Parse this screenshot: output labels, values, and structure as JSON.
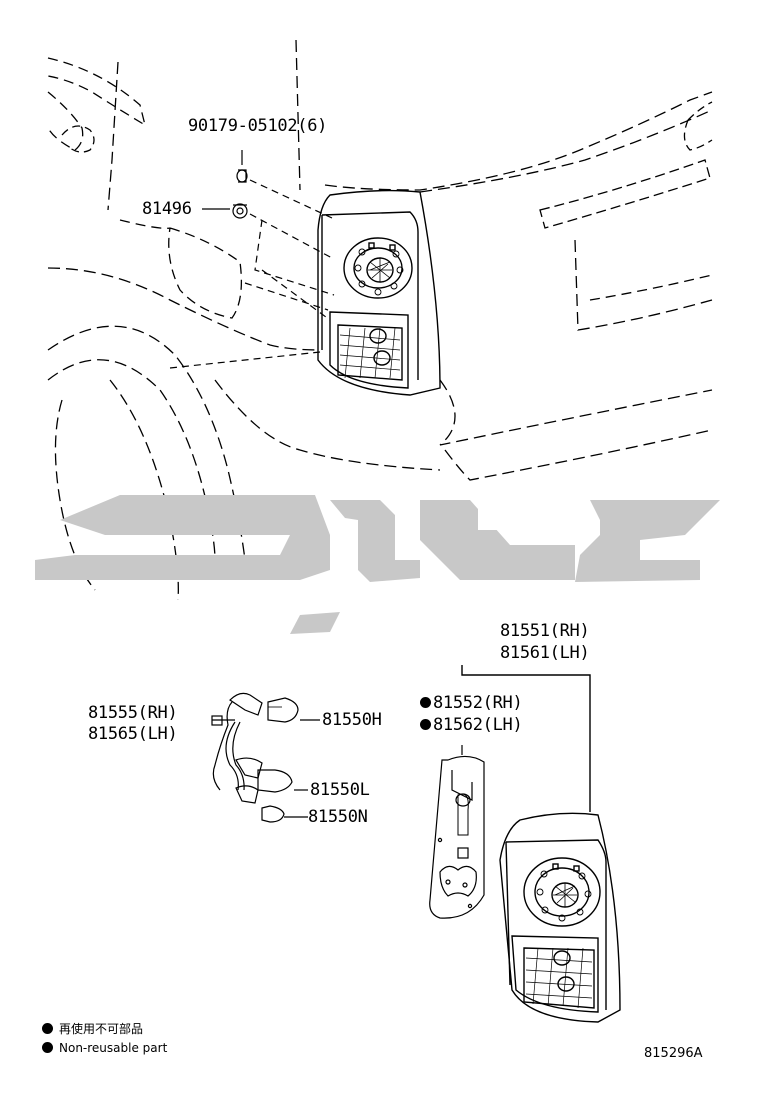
{
  "parts": {
    "screw": "90179-05102(6)",
    "clip": "81496",
    "lamp_rh": "81551(RH)",
    "lamp_lh": "81561(LH)",
    "gasket_rh": "81552(RH)",
    "gasket_lh": "81562(LH)",
    "socket_rh": "81555(RH)",
    "socket_lh": "81565(LH)",
    "bulb_h": "81550H",
    "bulb_l": "81550L",
    "bulb_n": "81550N"
  },
  "legend": {
    "japanese": "再使用不可部品",
    "english": "Non-reusable part"
  },
  "diagram_code": "815296A",
  "colors": {
    "line": "#000000",
    "watermark": "#c8c8c8"
  }
}
